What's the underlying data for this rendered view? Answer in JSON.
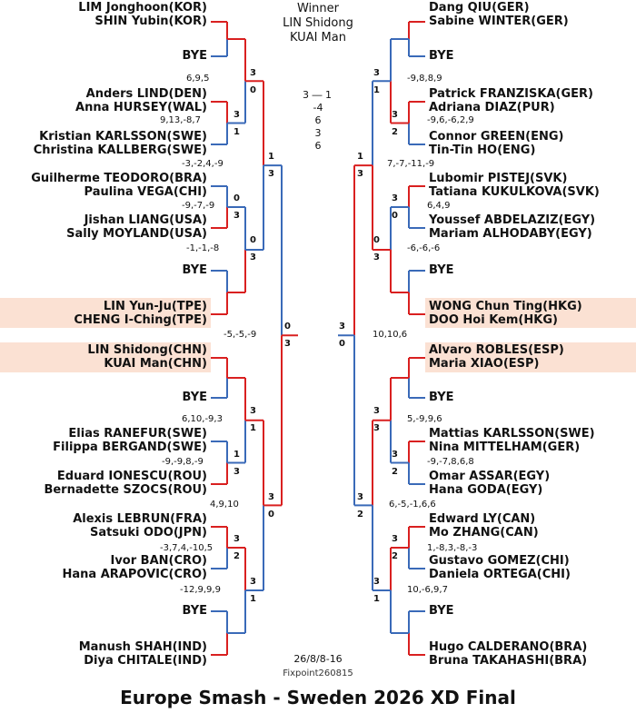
{
  "winner_label": "Winner",
  "winner_players": [
    "LIN Shidong",
    "KUAI Man"
  ],
  "final_score_line": "3 ― 1",
  "final_games": [
    "-4",
    "6",
    "3",
    "6"
  ],
  "date": "26/8/8-16",
  "fixpoint": "Fixpoint260815",
  "title": "Europe Smash - Sweden 2026 XD Final",
  "left_entries": [
    [
      "LIM Jonghoon(KOR)",
      "SHIN Yubin(KOR)"
    ],
    [
      "BYE"
    ],
    [
      "Anders LIND(DEN)",
      "Anna HURSEY(WAL)"
    ],
    [
      "Kristian KARLSSON(SWE)",
      "Christina KALLBERG(SWE)"
    ],
    [
      "Guilherme TEODORO(BRA)",
      "Paulina VEGA(CHI)"
    ],
    [
      "Jishan LIANG(USA)",
      "Sally MOYLAND(USA)"
    ],
    [
      "BYE"
    ],
    [
      "LIN Yun-Ju(TPE)",
      "CHENG I-Ching(TPE)"
    ],
    [
      "LIN Shidong(CHN)",
      "KUAI Man(CHN)"
    ],
    [
      "BYE"
    ],
    [
      "Elias RANEFUR(SWE)",
      "Filippa BERGAND(SWE)"
    ],
    [
      "Eduard IONESCU(ROU)",
      "Bernadette SZOCS(ROU)"
    ],
    [
      "Alexis LEBRUN(FRA)",
      "Satsuki ODO(JPN)"
    ],
    [
      "Ivor BAN(CRO)",
      "Hana ARAPOVIC(CRO)"
    ],
    [
      "BYE"
    ],
    [
      "Manush SHAH(IND)",
      "Diya CHITALE(IND)"
    ]
  ],
  "right_entries": [
    [
      "Dang QIU(GER)",
      "Sabine WINTER(GER)"
    ],
    [
      "BYE"
    ],
    [
      "Patrick FRANZISKA(GER)",
      "Adriana DIAZ(PUR)"
    ],
    [
      "Connor GREEN(ENG)",
      "Tin-Tin HO(ENG)"
    ],
    [
      "Lubomir PISTEJ(SVK)",
      "Tatiana KUKULKOVA(SVK)"
    ],
    [
      "Youssef ABDELAZIZ(EGY)",
      "Mariam ALHODABY(EGY)"
    ],
    [
      "BYE"
    ],
    [
      "WONG Chun Ting(HKG)",
      "DOO Hoi Kem(HKG)"
    ],
    [
      "Alvaro ROBLES(ESP)",
      "Maria XIAO(ESP)"
    ],
    [
      "BYE"
    ],
    [
      "Mattias KARLSSON(SWE)",
      "Nina MITTELHAM(GER)"
    ],
    [
      "Omar ASSAR(EGY)",
      "Hana GODA(EGY)"
    ],
    [
      "Edward LY(CAN)",
      "Mo ZHANG(CAN)"
    ],
    [
      "Gustavo GOMEZ(CHI)",
      "Daniela ORTEGA(CHI)"
    ],
    [
      "BYE"
    ],
    [
      "Hugo CALDERANO(BRA)",
      "Bruna TAKAHASHI(BRA)"
    ]
  ],
  "left_scores": [
    "6,9,5",
    "9,13,-8,7",
    "-3,-2,4,-9",
    "-9,-7,-9",
    "-1,-1,-8",
    "-5,-5,-9",
    "6,10,-9,3",
    "-9,-9,8,-9",
    "4,9,10",
    "-3,7,4,-10,5",
    "-12,9,9,9"
  ],
  "right_scores": [
    "-9,8,8,9",
    "-9,6,-6,2,9",
    "7,-7,-11,-9",
    "6,4,9",
    "-6,-6,-6",
    "10,10,6",
    "5,-9,9,6",
    "-9,-7,8,6,8",
    "6,-5,-1,6,6",
    "1,-8,3,-8,-3",
    "10,-6,9,7"
  ],
  "left_sets": [
    "3",
    "0",
    "3",
    "1",
    "1",
    "3",
    "0",
    "3",
    "0",
    "3",
    "0",
    "3",
    "3",
    "1",
    "1",
    "3",
    "3",
    "0",
    "3",
    "2",
    "3",
    "1"
  ],
  "right_sets": [
    "3",
    "1",
    "3",
    "2",
    "1",
    "3",
    "3",
    "0",
    "0",
    "3",
    "3",
    "0",
    "3",
    "3",
    "3",
    "2",
    "3",
    "2",
    "3",
    "2",
    "3",
    "1"
  ],
  "bracket_results": {
    "left": {
      "r1": [
        [
          "LIM/SHIN",
          "BYE",
          "top"
        ],
        [
          "LIND/HURSEY",
          "KARLSSON/KALLBERG",
          "top"
        ],
        [
          "TEODORO/VEGA",
          "LIANG/MOYLAND",
          "bottom"
        ],
        [
          "BYE",
          "LIN/CHENG",
          "bottom"
        ],
        [
          "LIN/KUAI",
          "BYE",
          "top"
        ],
        [
          "RANEFUR/BERGAND",
          "IONESCU/SZOCS",
          "bottom"
        ],
        [
          "LEBRUN/ODO",
          "BAN/ARAPOVIC",
          "top"
        ],
        [
          "BYE",
          "SHAH/CHITALE",
          "bottom"
        ]
      ],
      "r2": [
        "top",
        "bottom",
        "top",
        "top"
      ],
      "qf": [
        "top",
        "top"
      ],
      "sf": "bottom"
    },
    "right": {
      "r1": [
        [
          "QIU/WINTER",
          "BYE",
          "top"
        ],
        [
          "FRANZISKA/DIAZ",
          "GREEN/HO",
          "top"
        ],
        [
          "PISTEJ/KUKULKOVA",
          "ABDELAZIZ/ALHODABY",
          "top"
        ],
        [
          "BYE",
          "WONG/DOO",
          "bottom"
        ],
        [
          "ROBLES/XIAO",
          "BYE",
          "top"
        ],
        [
          "KARLSSON/MITTELHAM",
          "ASSAR/GODA",
          "top"
        ],
        [
          "LY/ZHANG",
          "GOMEZ/ORTEGA",
          "top"
        ],
        [
          "BYE",
          "CALDERANO/TAKAHASHI",
          "bottom"
        ]
      ],
      "r2": [
        "bottom",
        "bottom",
        "top",
        "top"
      ],
      "qf": [
        "bottom",
        "top"
      ],
      "sf": "top"
    },
    "final": "left"
  },
  "colors": {
    "win": "#d92020",
    "lose": "#3a6ab8",
    "highlight": "#fbe1d3"
  }
}
